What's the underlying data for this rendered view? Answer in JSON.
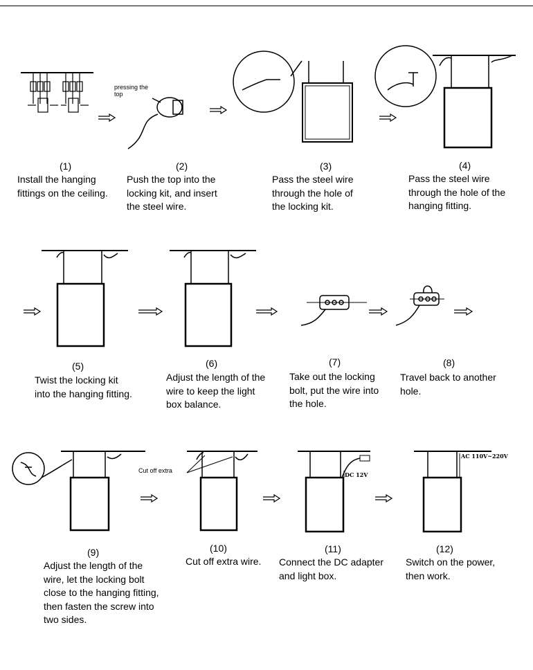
{
  "steps": [
    {
      "num": "(1)",
      "text": "Install the hanging\nfittings on the ceiling."
    },
    {
      "num": "(2)",
      "text": "Push the top into the\nlocking kit, and insert\nthe steel wire."
    },
    {
      "num": "(3)",
      "text": "Pass the steel wire\nthrough the hole of\nthe locking kit."
    },
    {
      "num": "(4)",
      "text": "Pass the steel wire\nthrough the hole of the\nhanging fitting."
    },
    {
      "num": "(5)",
      "text": "Twist the locking kit\ninto the hanging fitting."
    },
    {
      "num": "(6)",
      "text": "Adjust the length of the\nwire to keep the light\nbox balance."
    },
    {
      "num": "(7)",
      "text": "Take out the locking\nbolt, put the wire into\nthe hole."
    },
    {
      "num": "(8)",
      "text": " Travel back to another\nhole."
    },
    {
      "num": "(9)",
      "text": "Adjust the length of the\nwire, let the locking bolt\nclose to the hanging fitting,\nthen fasten the screw into\ntwo sides."
    },
    {
      "num": "(10)",
      "text": "Cut off extra wire."
    },
    {
      "num": "(11)",
      "text": "Connect the DC adapter\nand light box."
    },
    {
      "num": "(12)",
      "text": "Switch on the power,\nthen work."
    }
  ],
  "labels": {
    "pressing_top": "pressing the\ntop",
    "cut_off_extra": "Cut off extra",
    "dc_12v": "DC 12V",
    "ac_range": "AC 110V~220V"
  }
}
